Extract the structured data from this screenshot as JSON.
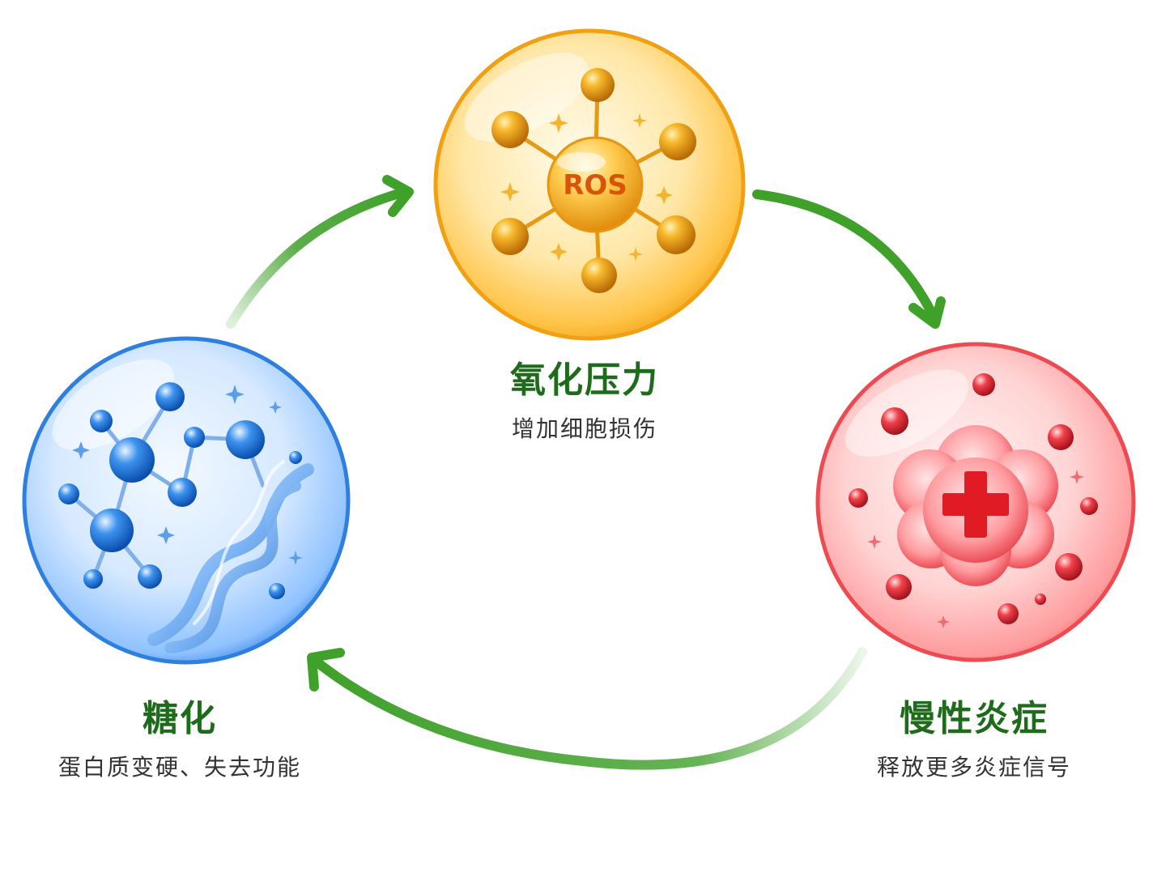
{
  "nodes": {
    "oxidative": {
      "core_label": "ROS",
      "title": "氧化压力",
      "description": "增加细胞损伤",
      "color": "#f3a21c"
    },
    "inflammation": {
      "title": "慢性炎症",
      "description": "释放更多炎症信号",
      "color": "#e8323c"
    },
    "glycation": {
      "title": "糖化",
      "description": "蛋白质变硬、失去功能",
      "color": "#2f7fe0"
    }
  },
  "colors": {
    "arrow": "#3fa02a",
    "title_text": "#1f6b1c",
    "description_text": "#333333"
  }
}
